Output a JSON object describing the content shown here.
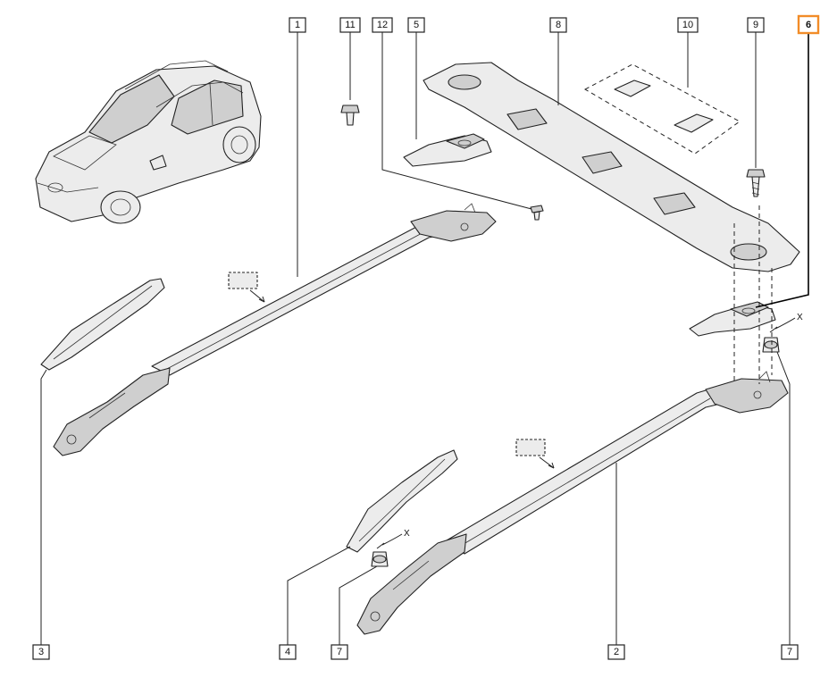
{
  "callouts": [
    {
      "id": "c1",
      "label": "1",
      "highlight": false
    },
    {
      "id": "c11",
      "label": "11",
      "highlight": false
    },
    {
      "id": "c12",
      "label": "12",
      "highlight": false
    },
    {
      "id": "c5",
      "label": "5",
      "highlight": false
    },
    {
      "id": "c8",
      "label": "8",
      "highlight": false
    },
    {
      "id": "c10",
      "label": "10",
      "highlight": false
    },
    {
      "id": "c9",
      "label": "9",
      "highlight": false
    },
    {
      "id": "c6",
      "label": "6",
      "highlight": true
    },
    {
      "id": "c3",
      "label": "3",
      "highlight": false
    },
    {
      "id": "c4",
      "label": "4",
      "highlight": false
    },
    {
      "id": "c7a",
      "label": "7",
      "highlight": false
    },
    {
      "id": "c2",
      "label": "2",
      "highlight": false
    },
    {
      "id": "c7b",
      "label": "7",
      "highlight": false
    }
  ],
  "axis_markers": [
    {
      "id": "xa",
      "label": "X"
    },
    {
      "id": "xb",
      "label": "X"
    }
  ],
  "colors": {
    "highlight": "#f28c28",
    "line": "#222222",
    "part_fill": "#ececec",
    "background": "#ffffff"
  },
  "icons": [
    "car-illustration",
    "roof-rail-part",
    "fastener-icon",
    "template-stamp-icon"
  ]
}
